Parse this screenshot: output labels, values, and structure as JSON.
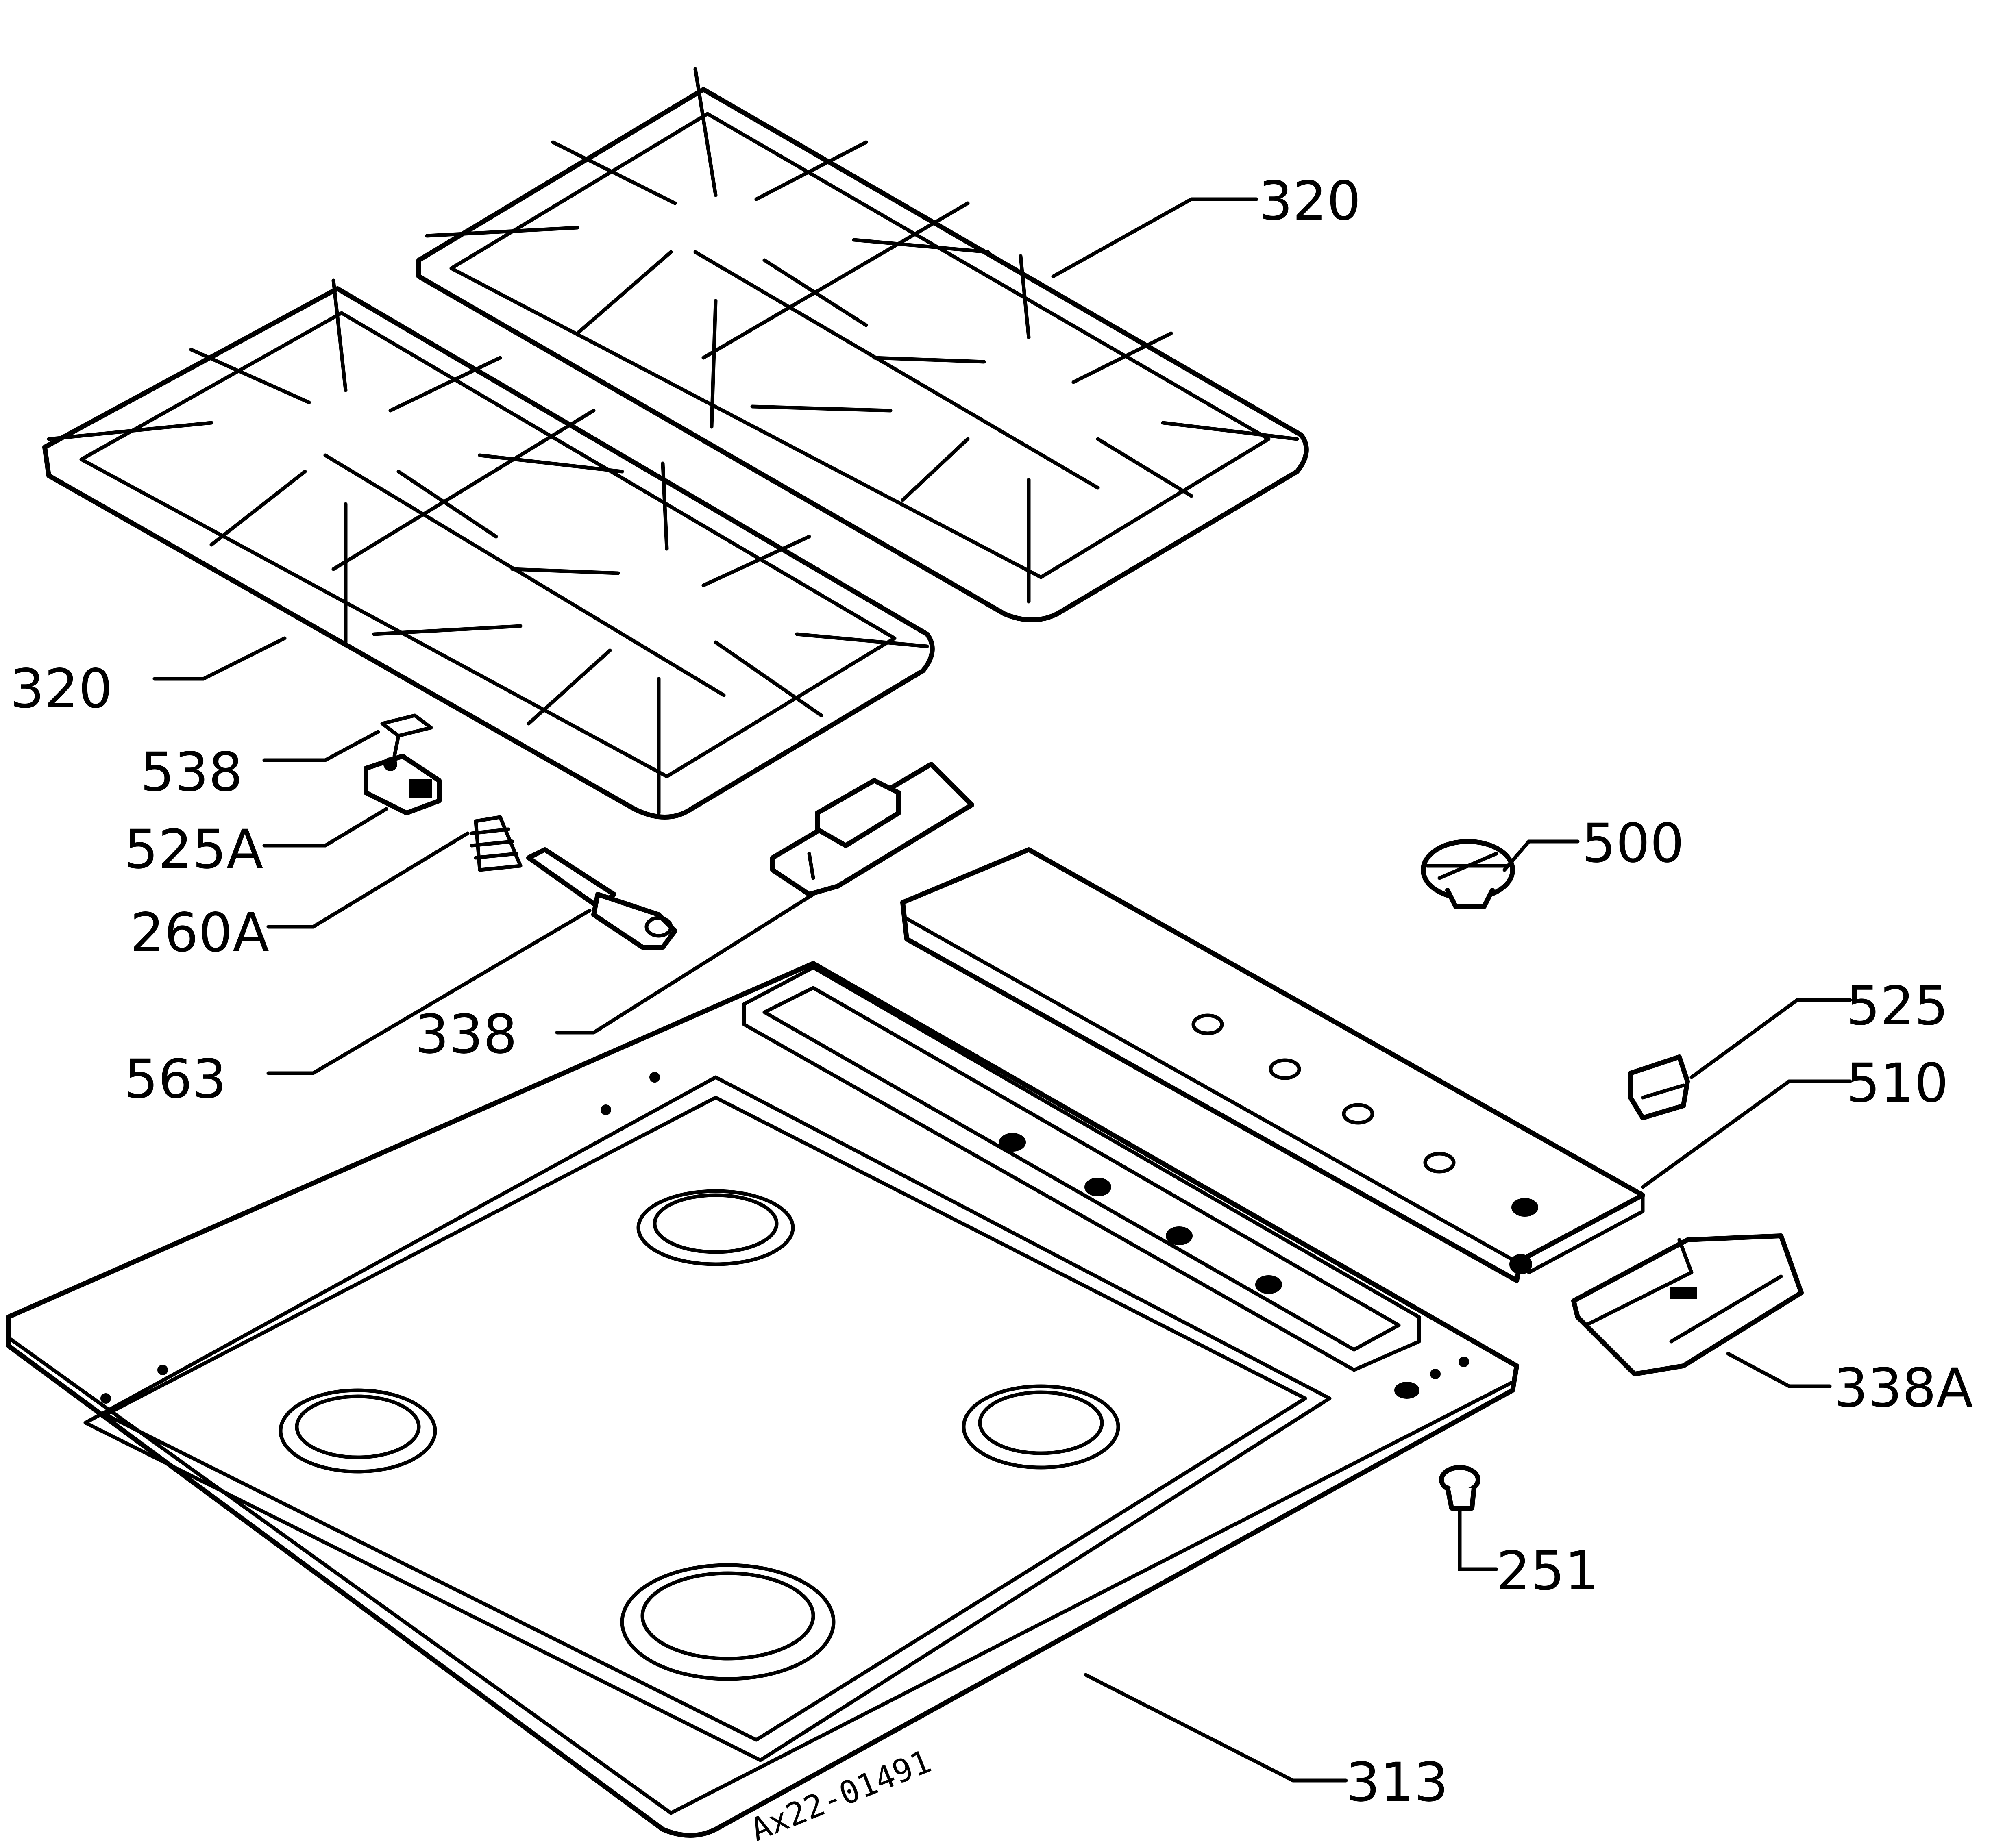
{
  "labels": {
    "grid_right": "320",
    "grid_left": "320",
    "p538": "538",
    "p525A": "525A",
    "p260A": "260A",
    "p563": "563",
    "p338": "338",
    "p500": "500",
    "p525": "525",
    "p510": "510",
    "p338A": "338A",
    "p251": "251",
    "p313": "313"
  },
  "drawing_code": "Ax22-01491"
}
